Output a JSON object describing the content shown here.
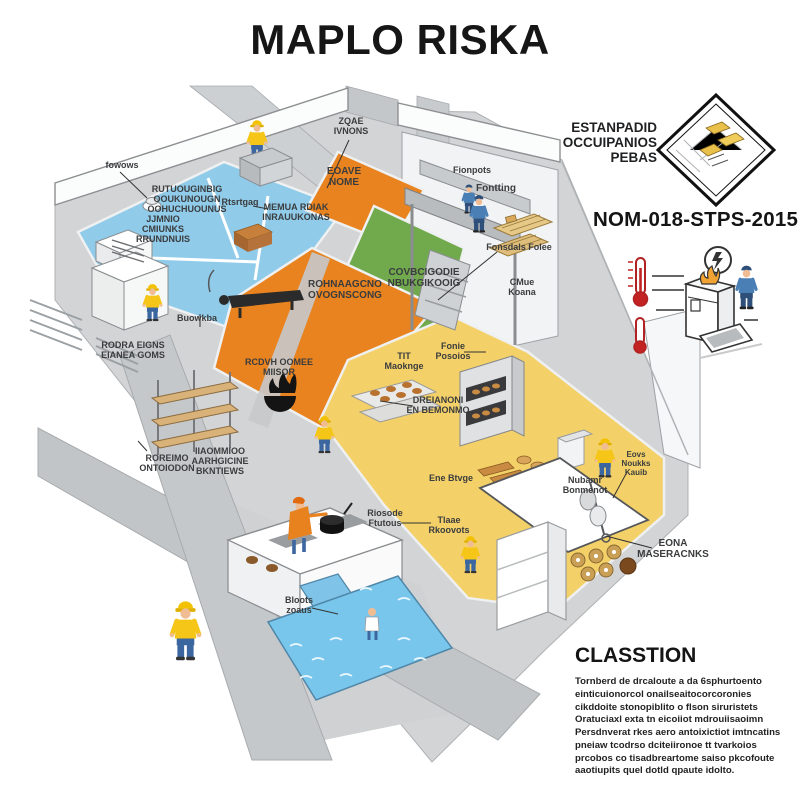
{
  "title": "MAPLO RISKA",
  "legend": {
    "standard_label": "ESTANPADID\nOCCUIPANIOS\nPEBAS",
    "norm_code": "NOM-018-STPS-2015",
    "classification_heading": "CLASSTION",
    "classification_body": "Tornberd de drcaloute a da 6sphurtoento\neinticuionorcol onailseaitocorcoronies\ncikddoite stonopiblito o flson siruristets\nOratuciaxl exta tn eicoiiot mdrouiisaoimn\nPersdnverat rkes aero antoixictiot imtncatins\npneiaw tcodrso dciteiironoe tt tvarkoios\nprcobos co tisadbreartome saiso pkcofoute\naaotiupits quel dotld qpaute idolto.",
    "icons": [
      "diamond-standard-badge",
      "thermometer-icon",
      "furnace-fire-icon",
      "electric-hazard-icon",
      "worker-icon"
    ]
  },
  "map_labels": [
    {
      "text": "fowows"
    },
    {
      "text": "RUTUOUGINBIG\nOOUKUNOUGN\nOOHUCHUOUNUS"
    },
    {
      "text": "Rtsrtgag"
    },
    {
      "text": "MEMUA RDIAK\nINRAUUKONAS"
    },
    {
      "text": "JJMNIO\nCMIUNKS\nRRUNDNUIS"
    },
    {
      "text": "ZQAE\nIVNONS"
    },
    {
      "text": "EOAVE\nNOME"
    },
    {
      "text": "Fionpots"
    },
    {
      "text": "Fontting"
    },
    {
      "text": "Fonsdals Folee"
    },
    {
      "text": "COVBCIGODIE\nNBUKGIKOOIG"
    },
    {
      "text": "CMue\nKoana"
    },
    {
      "text": "Fonie\nPosoios"
    },
    {
      "text": "TIT\nMaoknge"
    },
    {
      "text": "ROHNAAGCNO\nOVOGNSCONG"
    },
    {
      "text": "RCDVH OOMEE\nMIISOR"
    },
    {
      "text": "Buowkba"
    },
    {
      "text": "RODRA EIGNS\nEIANEA GOMS"
    },
    {
      "text": "IIAOMMIOO\nAARHGICINE\nBKNTIEWS"
    },
    {
      "text": "ROREIMO\nONTOIODON"
    },
    {
      "text": "DREIANONI\nEN BEMONMO"
    },
    {
      "text": "Ene Btvge"
    },
    {
      "text": "Nubamr\nBonmenot"
    },
    {
      "text": "Eovs\nNoukks\nKauib"
    },
    {
      "text": "EONA\nMASERACNKS"
    },
    {
      "text": "Riosode\nFtutous"
    },
    {
      "text": "Tlaae\nRkoovots"
    },
    {
      "text": "Bloots\nzoaus"
    }
  ],
  "colors": {
    "zone_blue": "#90cbe9",
    "zone_orange": "#e8831f",
    "zone_green": "#71aa4d",
    "zone_yellow": "#f4d168",
    "water_blue": "#79c6ec",
    "hazard_red": "#c22222",
    "worker_yellow": "#f5c518",
    "worker_blue": "#4a7fb5",
    "floor_gray": "#d2d4d6"
  }
}
